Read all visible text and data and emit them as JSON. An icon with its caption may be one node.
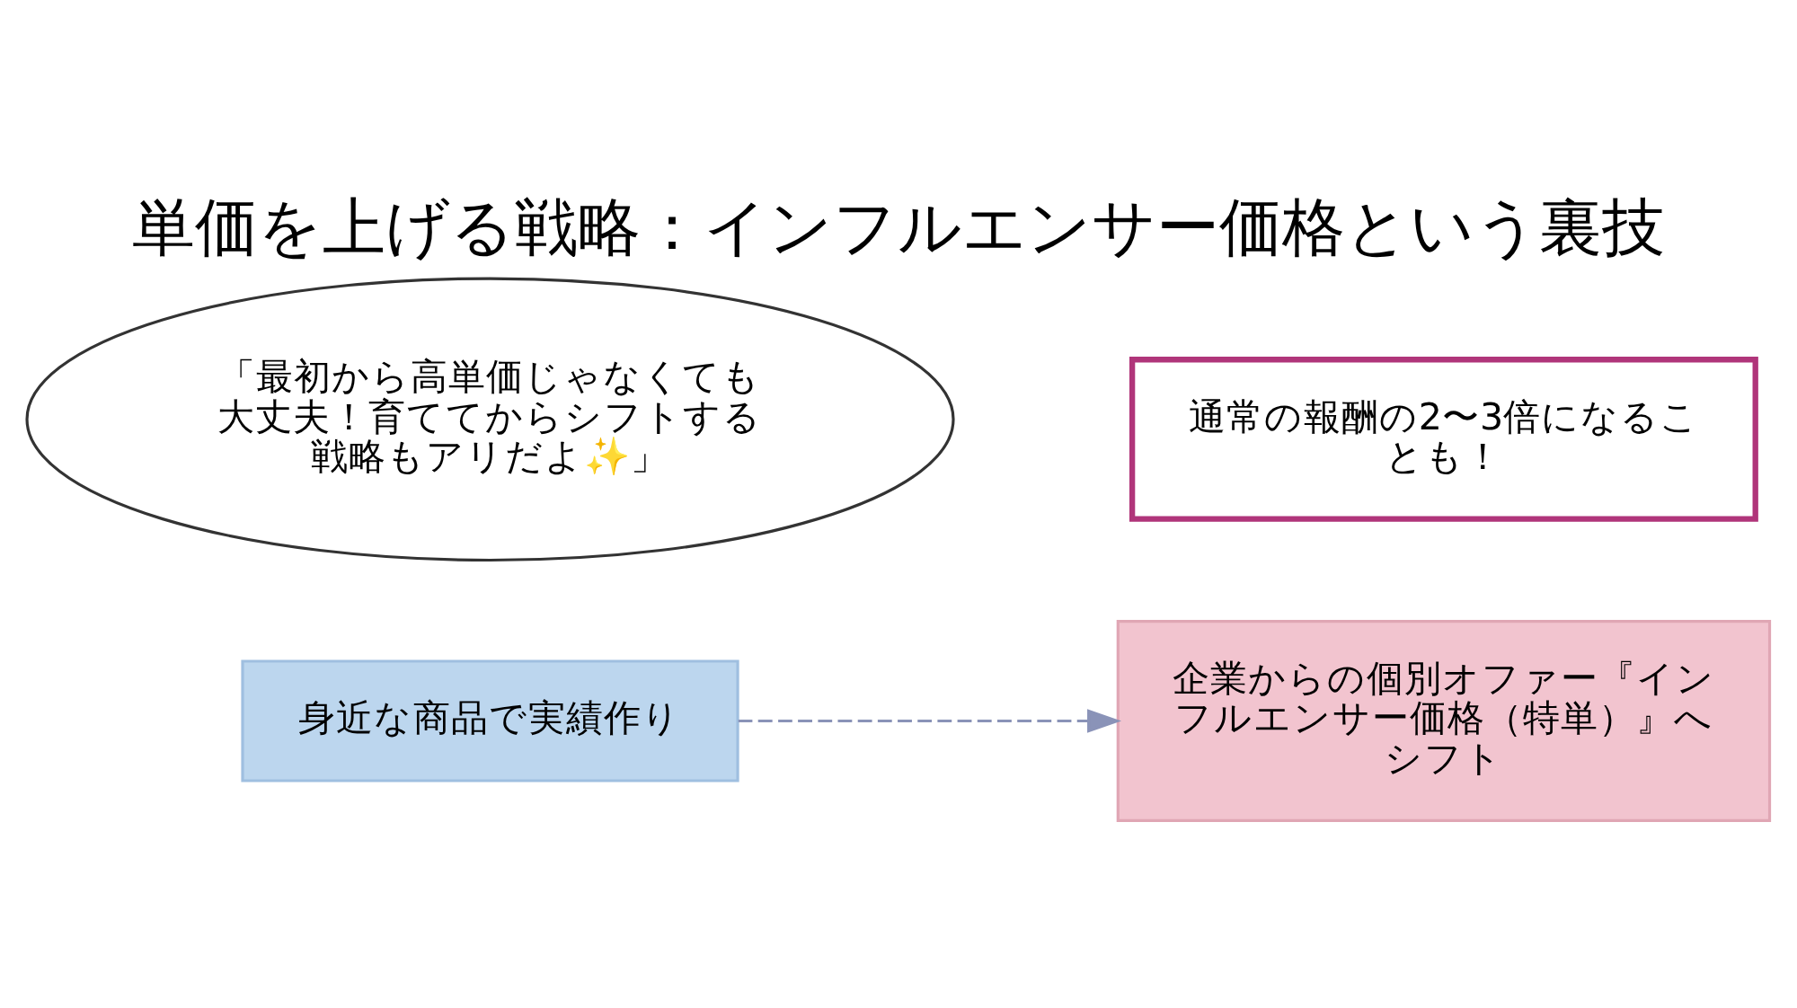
{
  "diagram": {
    "title": "単価を上げる戦略：インフルエンサー価格という裏技",
    "nodes": [
      {
        "text": [
          "身近な商品で実績作り"
        ]
      },
      {
        "text": [
          "企業からの個別オファー『インフルエンサー価格（特単）』へシフト"
        ]
      },
      {
        "text": [
          "通常の報酬の2〜3倍になることも！"
        ]
      },
      {
        "text": [
          "「最初から高単価じゃなくても大丈夫！育ててからシフトする戦略もアリだよ✨」"
        ]
      }
    ],
    "edges": [
      {
        "from": 0,
        "to": 1,
        "arrow": "to",
        "style": "dashed"
      }
    ]
  }
}
